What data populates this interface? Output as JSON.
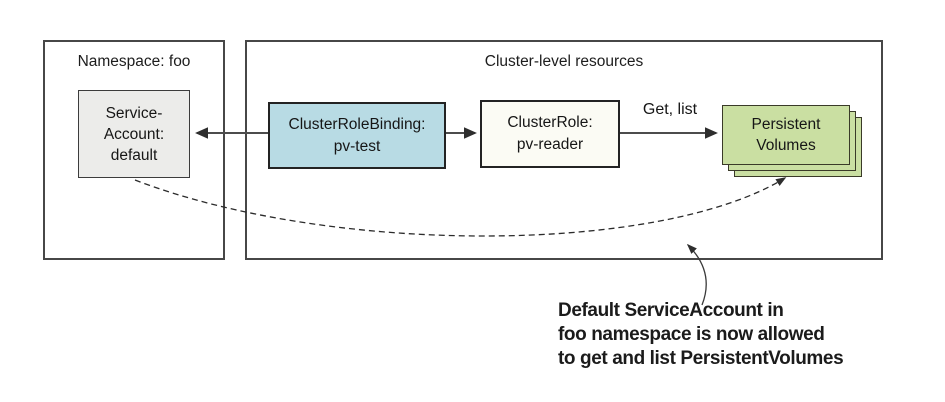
{
  "colors": {
    "binding_fill": "#b8dbe4",
    "volumes_fill": "#cadfa2",
    "account_fill": "#ececea",
    "role_fill": "#fbfbf4",
    "border": "#474747",
    "arrow": "#4c4c4c"
  },
  "namespace_box": {
    "title": "Namespace: foo"
  },
  "cluster_box": {
    "title": "Cluster-level resources"
  },
  "nodes": {
    "service_account": {
      "lines": [
        "Service-",
        "Account:",
        "default"
      ]
    },
    "cluster_role_binding": {
      "lines": [
        "ClusterRoleBinding:",
        "pv-test"
      ]
    },
    "cluster_role": {
      "lines": [
        "ClusterRole:",
        "pv-reader"
      ]
    },
    "persistent_volumes": {
      "lines": [
        "Persistent",
        "Volumes"
      ]
    }
  },
  "edges": {
    "verbs_label": "Get, list"
  },
  "annotation": {
    "lines": [
      "Default ServiceAccount in",
      "foo namespace is now allowed",
      "to get and list PersistentVolumes"
    ]
  }
}
